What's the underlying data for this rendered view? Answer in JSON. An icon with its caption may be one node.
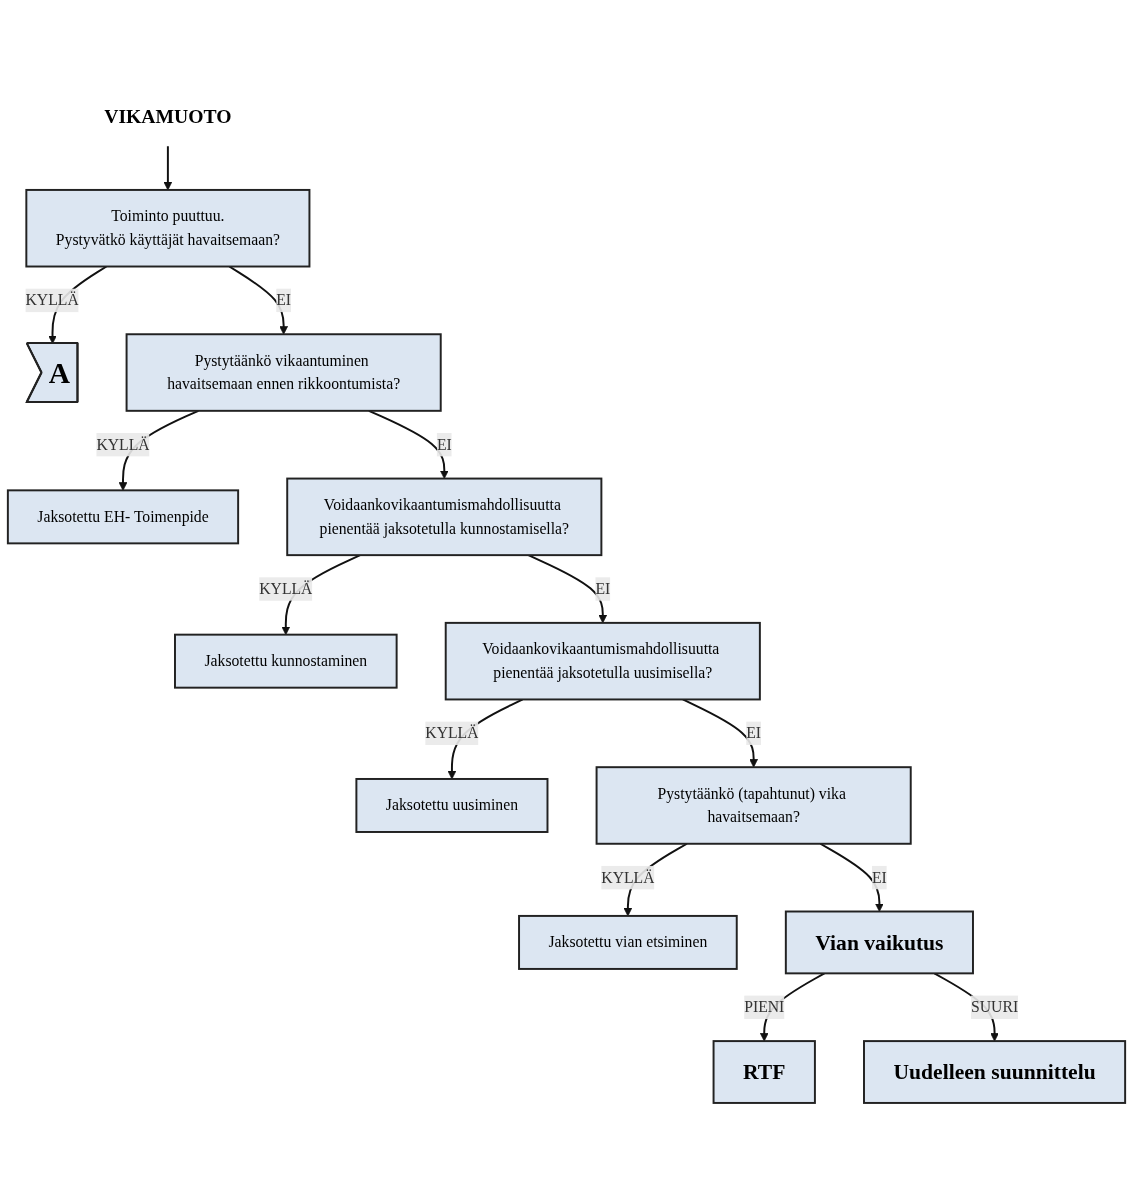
{
  "diagram": {
    "nodes": [
      {
        "text": [
          "VIKAMUOTO"
        ]
      },
      {
        "text": [
          "Toiminto puuttuu.",
          "Pystyvätkö käyttäjät havaitsemaan?"
        ]
      },
      {
        "text": [
          "A"
        ]
      },
      {
        "text": [
          "Pystytäänkö vikaantuminen havaitsemaan ennen rikkoontumista?"
        ]
      },
      {
        "text": [
          "Jaksotettu EH- Toimenpide"
        ]
      },
      {
        "text": [
          "Voidaankovikaantumismahdollisuutta pienentää jaksotetulla kunnostamisella?"
        ]
      },
      {
        "text": [
          "Jaksotettu kunnostaminen"
        ]
      },
      {
        "text": [
          "Voidaankovikaantumismahdollisuutta pienentää jaksotetulla uusimisella?"
        ]
      },
      {
        "text": [
          "Jaksotettu uusiminen"
        ]
      },
      {
        "text": [
          "Pystytäänkö (tapahtunut) vika havaitsemaan?"
        ]
      },
      {
        "text": [
          "Jaksotettu vian etsiminen"
        ]
      },
      {
        "text": [
          "Vian vaikutus"
        ]
      },
      {
        "text": [
          "RTF"
        ]
      },
      {
        "text": [
          "Uudelleen suunnittelu"
        ]
      }
    ],
    "edges": [
      {
        "from": 0,
        "to": 1,
        "arrow": "to"
      },
      {
        "from": 1,
        "to": 2,
        "arrow": "to",
        "label": "KYLLÄ"
      },
      {
        "from": 1,
        "to": 3,
        "arrow": "to",
        "label": "EI"
      },
      {
        "from": 3,
        "to": 4,
        "arrow": "to",
        "label": "KYLLÄ"
      },
      {
        "from": 3,
        "to": 5,
        "arrow": "to",
        "label": "EI"
      },
      {
        "from": 5,
        "to": 6,
        "arrow": "to",
        "label": "KYLLÄ"
      },
      {
        "from": 5,
        "to": 7,
        "arrow": "to",
        "label": "EI"
      },
      {
        "from": 7,
        "to": 8,
        "arrow": "to",
        "label": "KYLLÄ"
      },
      {
        "from": 7,
        "to": 9,
        "arrow": "to",
        "label": "EI"
      },
      {
        "from": 9,
        "to": 10,
        "arrow": "to",
        "label": "KYLLÄ"
      },
      {
        "from": 9,
        "to": 11,
        "arrow": "to",
        "label": "EI"
      },
      {
        "from": 11,
        "to": 12,
        "arrow": "to",
        "label": "PIENI"
      },
      {
        "from": 11,
        "to": 13,
        "arrow": "to",
        "label": "SUURI"
      }
    ]
  }
}
